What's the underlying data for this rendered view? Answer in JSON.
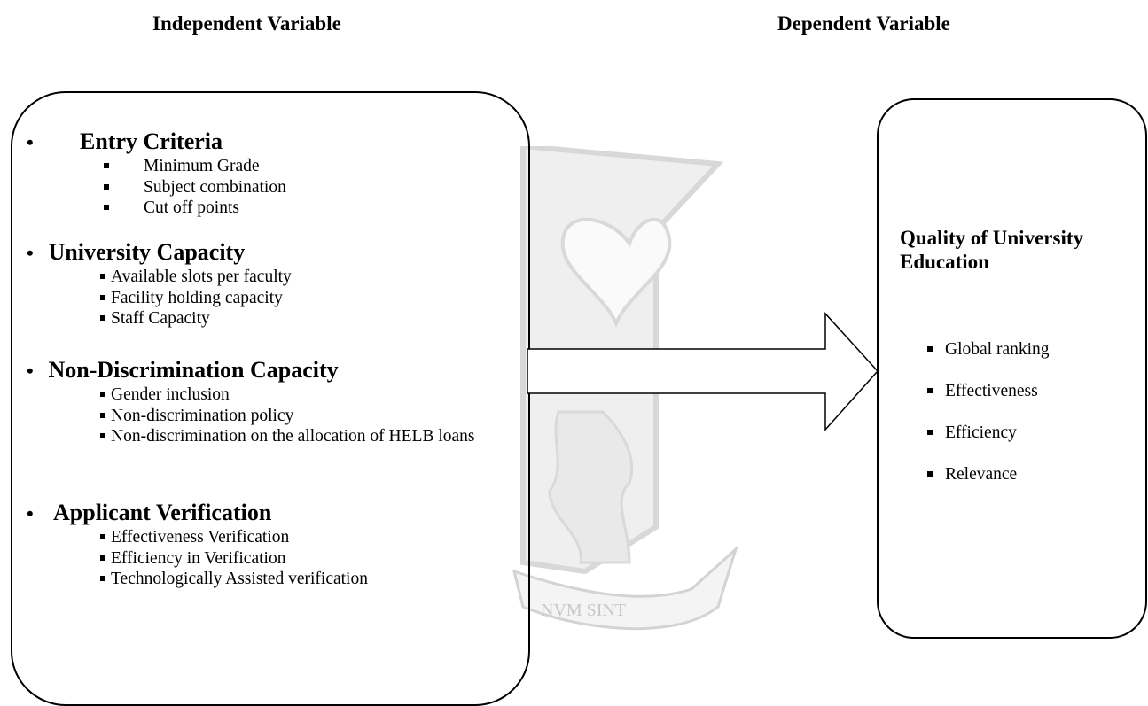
{
  "headings": {
    "independent": "Independent Variable",
    "dependent": "Dependent Variable"
  },
  "independent_box": {
    "groups": [
      {
        "title": "Entry Criteria",
        "items": [
          "Minimum Grade",
          "Subject combination",
          "Cut off points"
        ]
      },
      {
        "title": "University Capacity",
        "items": [
          "Available slots per faculty",
          "Facility holding capacity",
          "Staff Capacity"
        ]
      },
      {
        "title": "Non-Discrimination Capacity",
        "items": [
          "Gender inclusion",
          "Non-discrimination policy",
          "Non-discrimination on the allocation of HELB loans"
        ]
      },
      {
        "title": "Applicant Verification",
        "items": [
          "Effectiveness Verification",
          "Efficiency in Verification",
          "Technologically Assisted verification"
        ]
      }
    ]
  },
  "dependent_box": {
    "title": "Quality of University Education",
    "items": [
      "Global ranking",
      "Effectiveness",
      "Efficiency",
      "Relevance"
    ]
  },
  "watermark": {
    "motto": "NVM SINT"
  }
}
